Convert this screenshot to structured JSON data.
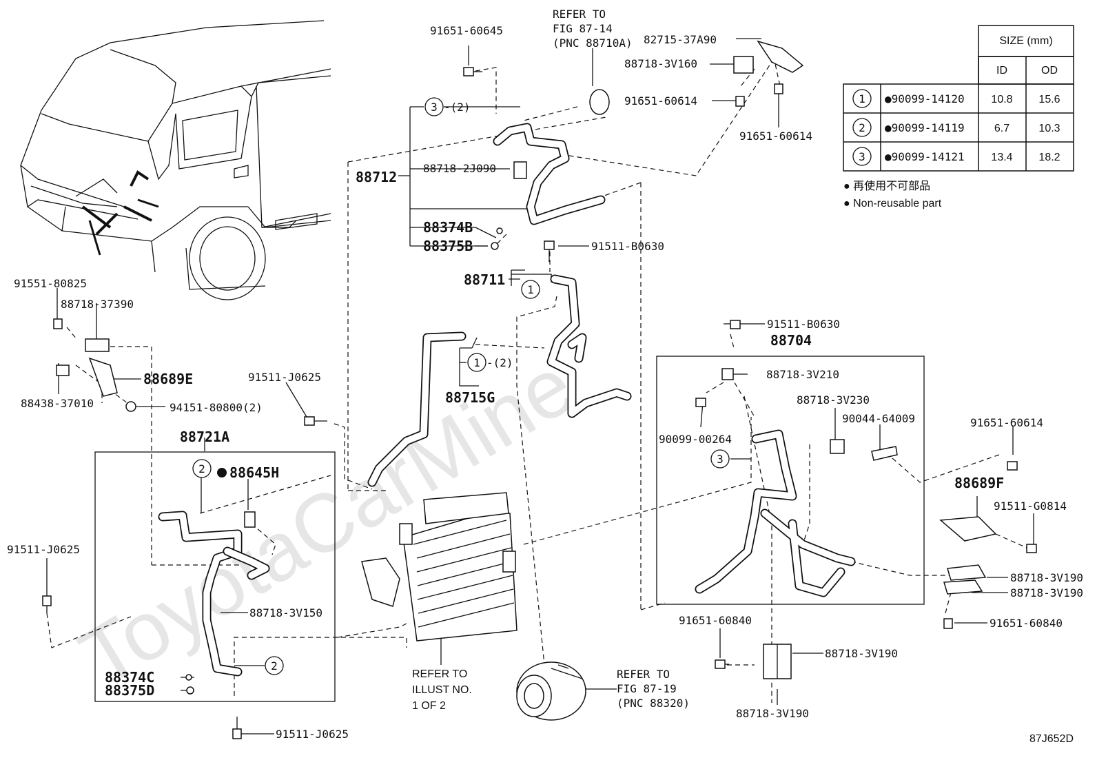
{
  "watermark": "ToyotaCarMine",
  "diagram_code": "87J652D",
  "size_table": {
    "title": "SIZE (mm)",
    "col_id": "ID",
    "col_od": "OD",
    "rows": [
      {
        "num": "1",
        "part": "●90099-14120",
        "id": "10.8",
        "od": "15.6"
      },
      {
        "num": "2",
        "part": "●90099-14119",
        "id": "6.7",
        "od": "10.3"
      },
      {
        "num": "3",
        "part": "●90099-14121",
        "id": "13.4",
        "od": "18.2"
      }
    ]
  },
  "legend": {
    "jp": "● 再使用不可部品",
    "en": "● Non-reusable part"
  },
  "refs": {
    "r1": [
      "REFER TO",
      "FIG 87-14",
      "(PNC 88710A)"
    ],
    "r2": [
      "REFER TO",
      "ILLUST NO.",
      "1 OF 2"
    ],
    "r3": [
      "REFER TO",
      "FIG 87-19",
      "(PNC 88320)"
    ]
  },
  "callouts": {
    "c1": "1",
    "c2": "2",
    "c3": "3",
    "c1b": "1",
    "c1c": "1",
    "c2b": "2",
    "c2c": "2",
    "c3b": "3"
  },
  "labels": {
    "p91651_60645": "91651-60645",
    "p82715_37A90": "82715-37A90",
    "p88718_3V160": "88718-3V160",
    "p91651_60614a": "91651-60614",
    "p91651_60614b": "91651-60614",
    "p91651_60614c": "91651-60614",
    "p3_2": "-(2)",
    "p88712": "88712",
    "p88718_2J090": "88718-2J090",
    "p88374B": "88374B",
    "p88375B": "88375B",
    "p91511_B0630a": "91511-B0630",
    "p91511_B0630b": "91511-B0630",
    "p88711": "88711",
    "p91551_80825": "91551-80825",
    "p88718_37390": "88718-37390",
    "p88689E": "88689E",
    "p88438_37010": "88438-37010",
    "p94151_80800": "94151-80800(2)",
    "p91511_J0625a": "91511-J0625",
    "p91511_J0625b": "91511-J0625",
    "p91511_J0625c": "91511-J0625",
    "p1_2": "-(2)",
    "p88715G": "88715G",
    "p88704": "88704",
    "p88718_3V210": "88718-3V210",
    "p88718_3V230": "88718-3V230",
    "p90099_00264": "90099-00264",
    "p90044_64009": "90044-64009",
    "p88689F": "88689F",
    "p91511_G0814": "91511-G0814",
    "p88718_3V190a": "88718-3V190",
    "p88718_3V190b": "88718-3V190",
    "p88718_3V190c": "88718-3V190",
    "p88718_3V190d": "88718-3V190",
    "p91651_60840a": "91651-60840",
    "p91651_60840b": "91651-60840",
    "p88721A": "88721A",
    "p88645H": "88645H",
    "p88718_3V150": "88718-3V150",
    "p88374C": "88374C",
    "p88375D": "88375D"
  }
}
